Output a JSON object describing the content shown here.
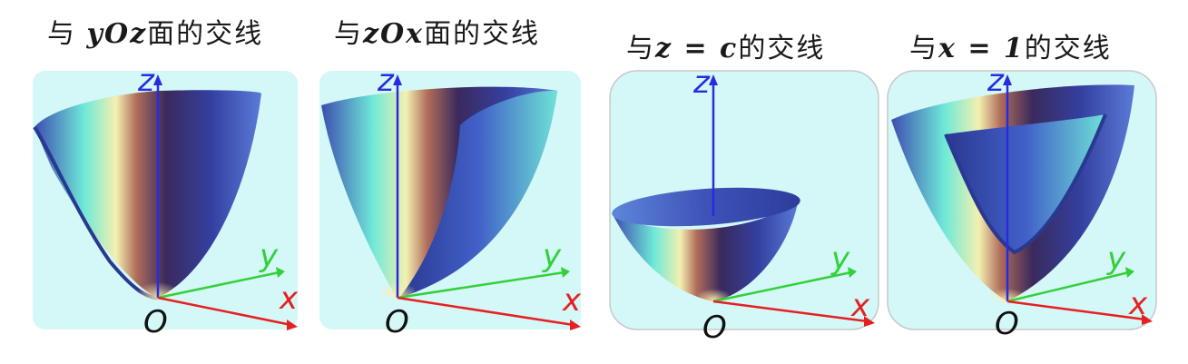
{
  "panels": [
    {
      "id": "yoz",
      "title_prefix": "与 ",
      "title_var": "yOz",
      "title_suffix": "面的交线",
      "label_z": "z",
      "label_y": "y",
      "label_x": "x",
      "label_o": "O"
    },
    {
      "id": "zox",
      "title_prefix": "与",
      "title_var": "zOx",
      "title_suffix": "面的交线",
      "label_z": "z",
      "label_y": "y",
      "label_x": "x",
      "label_o": "O"
    },
    {
      "id": "zc",
      "title_prefix": "与",
      "title_var": "z = c",
      "title_suffix": "的交线",
      "label_z": "z",
      "label_y": "y",
      "label_x": "x",
      "label_o": "O"
    },
    {
      "id": "x1",
      "title_prefix": "与",
      "title_var": "x = 1",
      "title_suffix": "的交线",
      "label_z": "z",
      "label_y": "y",
      "label_x": "x",
      "label_o": "O"
    }
  ],
  "colors": {
    "panel_bg": "#d4f7f8",
    "surface_dark": "#2c3a9a",
    "surface_mid": "#4a68d0",
    "surface_light": "#66e8d8",
    "axis_z": "#2a2ae0",
    "axis_y": "#34d03a",
    "axis_x": "#e62020"
  }
}
